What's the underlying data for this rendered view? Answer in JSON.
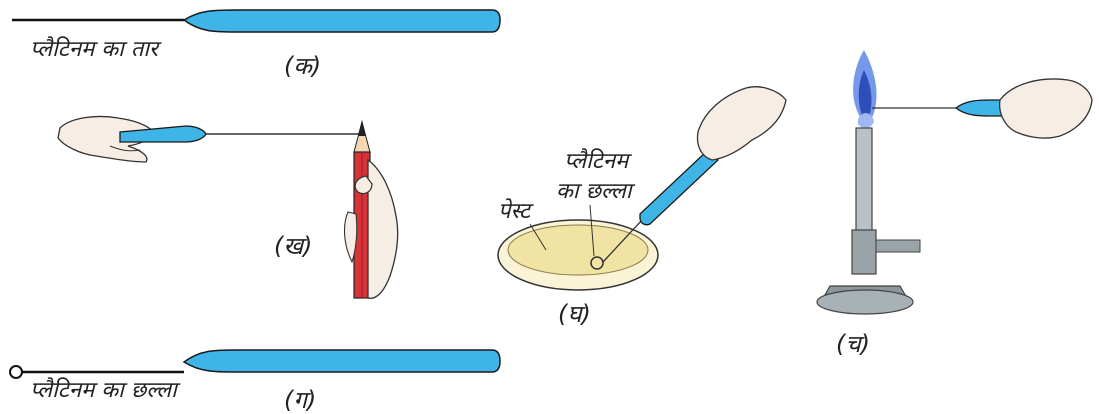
{
  "labels": {
    "wire_top": "प्लैटिनम का तार",
    "loop_bottom": "प्लैटिनम का छल्ला",
    "loop_dish_line1": "प्लैटिनम",
    "loop_dish_line2": "का छल्ला",
    "paste": "पेस्ट"
  },
  "captions": {
    "ka": "(क)",
    "kha": "(ख)",
    "ga": "(ग)",
    "gha": "(घ)",
    "cha": "(च)"
  },
  "colors": {
    "handle_blue": "#3fb4e6",
    "pencil_red": "#d9333a",
    "paste_yellow": "#f1e3a3",
    "flame_blue": "#4b72d6",
    "metal_grey": "#9aa3a8",
    "skin": "#f6eee4"
  },
  "icons": [
    "hand-icon",
    "pencil-icon",
    "dish-icon",
    "bunsen-burner-icon",
    "flame-icon"
  ]
}
